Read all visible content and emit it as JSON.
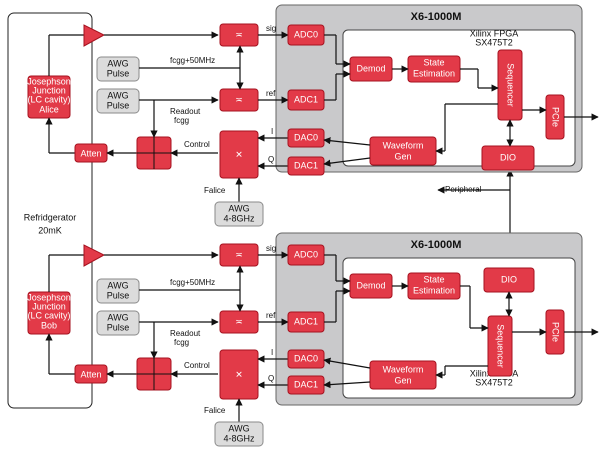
{
  "colors": {
    "block": "#e23a48",
    "x6_bg": "#c9c9cb",
    "awg_bg": "#dcdcdc",
    "line": "#111111"
  },
  "fridge": {
    "line1": "Refridgerator",
    "line2": "20mK"
  },
  "top": {
    "x6_title": "X6-1000M",
    "fpga_line1": "Xilinx FPGA",
    "fpga_line2": "SX475T2",
    "jj": [
      "Josephson",
      "Junction",
      "(LC cavity)",
      "Alice"
    ],
    "atten": "Atten",
    "awg_pulse_a": [
      "AWG",
      "Pulse"
    ],
    "awg_pulse_b": [
      "AWG",
      "Pulse"
    ],
    "freq_label": "fcgg+50MHz",
    "readout_label": [
      "Readout",
      "fcgg"
    ],
    "control_label": "Control",
    "falice": "Falice",
    "awg_bottom": [
      "AWG",
      "4-8GHz"
    ],
    "sig": "sig",
    "ref": "ref",
    "i_label": "I",
    "q_label": "Q",
    "adc0": "ADC0",
    "adc1": "ADC1",
    "dac0": "DAC0",
    "dac1": "DAC1",
    "demod": "Demod",
    "state": [
      "State",
      "Estimation"
    ],
    "sequencer": "Sequencer",
    "pcie": "PCIe",
    "waveform": [
      "Waveform",
      "Gen"
    ],
    "dio": "DIO"
  },
  "peripheral": "Peripheral",
  "bottom": {
    "x6_title": "X6-1000M",
    "fpga_line1": "Xilinx FPGA",
    "fpga_line2": "SX475T2",
    "jj": [
      "Josephson",
      "Junction",
      "(LC cavity)",
      "Bob"
    ],
    "atten": "Atten",
    "awg_pulse_a": [
      "AWG",
      "Pulse"
    ],
    "awg_pulse_b": [
      "AWG",
      "Pulse"
    ],
    "freq_label": "fcgg+50MHz",
    "readout_label": [
      "Readout",
      "fcgg"
    ],
    "control_label": "Control",
    "falice": "Falice",
    "awg_bottom": [
      "AWG",
      "4-8GHz"
    ],
    "sig": "sig",
    "ref": "ref",
    "i_label": "I",
    "q_label": "Q",
    "adc0": "ADC0",
    "adc1": "ADC1",
    "dac0": "DAC0",
    "dac1": "DAC1",
    "demod": "Demod",
    "state": [
      "State",
      "Estimation"
    ],
    "sequencer": "Sequencer",
    "pcie": "PCIe",
    "waveform": [
      "Waveform",
      "Gen"
    ],
    "dio": "DIO"
  }
}
